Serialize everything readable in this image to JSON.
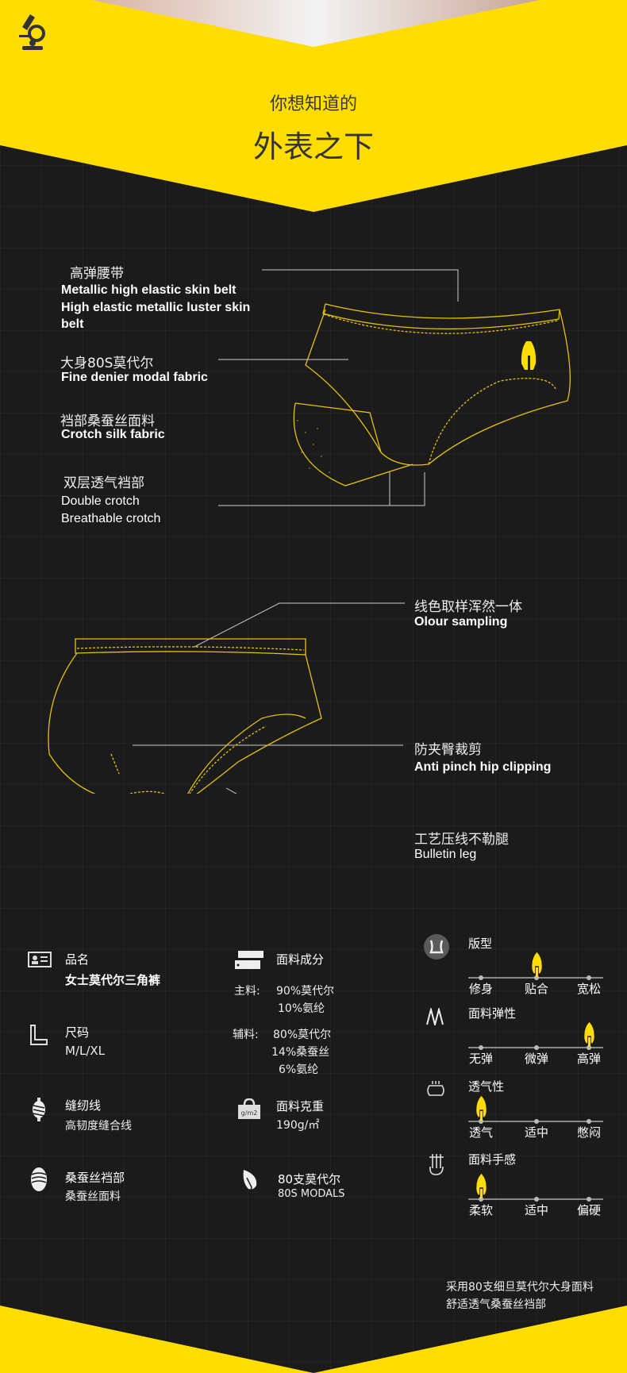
{
  "header": {
    "subtitle": "你想知道的",
    "title": "外表之下"
  },
  "colors": {
    "yellow": "#FFDD00",
    "bg": "#1b1b1b",
    "line": "#d9b900"
  },
  "section1": {
    "callouts": [
      {
        "cn": "高弹腰带",
        "en": [
          "Metallic high elastic skin belt",
          "High elastic metallic luster skin",
          "belt"
        ]
      },
      {
        "cn": "大身80S莫代尔",
        "en": [
          "Fine denier modal fabric"
        ]
      },
      {
        "cn": "裆部桑蚕丝面料",
        "en": [
          "Crotch silk fabric"
        ]
      },
      {
        "cn": "双层透气裆部",
        "en": [
          "Double crotch",
          "Breathable crotch"
        ]
      }
    ]
  },
  "section2": {
    "callouts": [
      {
        "cn": "线色取样浑然一体",
        "en": "Olour sampling"
      },
      {
        "cn": "防夹臀裁剪",
        "en": "Anti pinch hip clipping"
      },
      {
        "cn": "工艺压线不勒腿",
        "en": "Bulletin leg"
      }
    ]
  },
  "specs": {
    "name": {
      "label": "品名",
      "value": "女士莫代尔三角裤"
    },
    "size": {
      "label": "尺码",
      "value": "M/L/XL"
    },
    "thread": {
      "label": "缝纫线",
      "value": "高韧度缝合线"
    },
    "crotch": {
      "label": "桑蚕丝裆部",
      "value": "桑蚕丝面料"
    },
    "composition": {
      "label": "面料成分",
      "main_label": "主料:",
      "main": [
        "90%莫代尔",
        "10%氨纶"
      ],
      "aux_label": "辅料:",
      "aux": [
        "80%莫代尔",
        "14%桑蚕丝",
        "6%氨纶"
      ]
    },
    "weight": {
      "label": "面料克重",
      "value": "190g/㎡"
    },
    "modal": {
      "label": "80支莫代尔",
      "value": "80S MODALS"
    }
  },
  "ratings": [
    {
      "label": "版型",
      "options": [
        "修身",
        "贴合",
        "宽松"
      ],
      "selected": 1
    },
    {
      "label": "面料弹性",
      "options": [
        "无弹",
        "微弹",
        "高弹"
      ],
      "selected": 2
    },
    {
      "label": "透气性",
      "options": [
        "透气",
        "适中",
        "憋闷"
      ],
      "selected": 0
    },
    {
      "label": "面料手感",
      "options": [
        "柔软",
        "适中",
        "偏硬"
      ],
      "selected": 0
    }
  ],
  "footer": {
    "lines": [
      "采用80支细旦莫代尔大身面料",
      "舒适透气桑蚕丝裆部"
    ]
  }
}
